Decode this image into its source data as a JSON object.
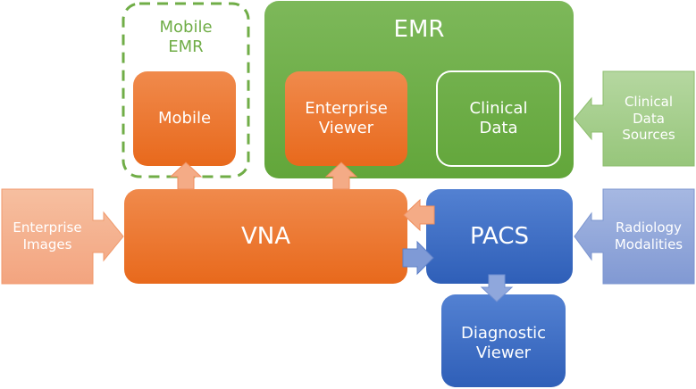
{
  "diagram": {
    "colors": {
      "orange": "#ED7D31",
      "green": "#70AD47",
      "blue": "#4472C4",
      "light_orange": "#F4B183",
      "light_green": "#A9D18E",
      "light_blue": "#8FAADC"
    },
    "nodes": {
      "mobile_emr_group": "Mobile\nEMR",
      "mobile": "Mobile",
      "emr": "EMR",
      "enterprise_viewer": "Enterprise\nViewer",
      "clinical_data": "Clinical\nData",
      "clinical_data_sources": "Clinical\nData\nSources",
      "enterprise_images": "Enterprise\nImages",
      "vna": "VNA",
      "pacs": "PACS",
      "radiology_modalities": "Radiology\nModalities",
      "diagnostic_viewer": "Diagnostic\nViewer"
    },
    "edges": [
      {
        "from": "enterprise_images",
        "to": "vna"
      },
      {
        "from": "vna",
        "to": "mobile"
      },
      {
        "from": "vna",
        "to": "enterprise_viewer"
      },
      {
        "from": "pacs",
        "to": "vna"
      },
      {
        "from": "vna",
        "to": "pacs"
      },
      {
        "from": "clinical_data_sources",
        "to": "emr"
      },
      {
        "from": "radiology_modalities",
        "to": "pacs"
      },
      {
        "from": "pacs",
        "to": "diagnostic_viewer"
      }
    ]
  }
}
